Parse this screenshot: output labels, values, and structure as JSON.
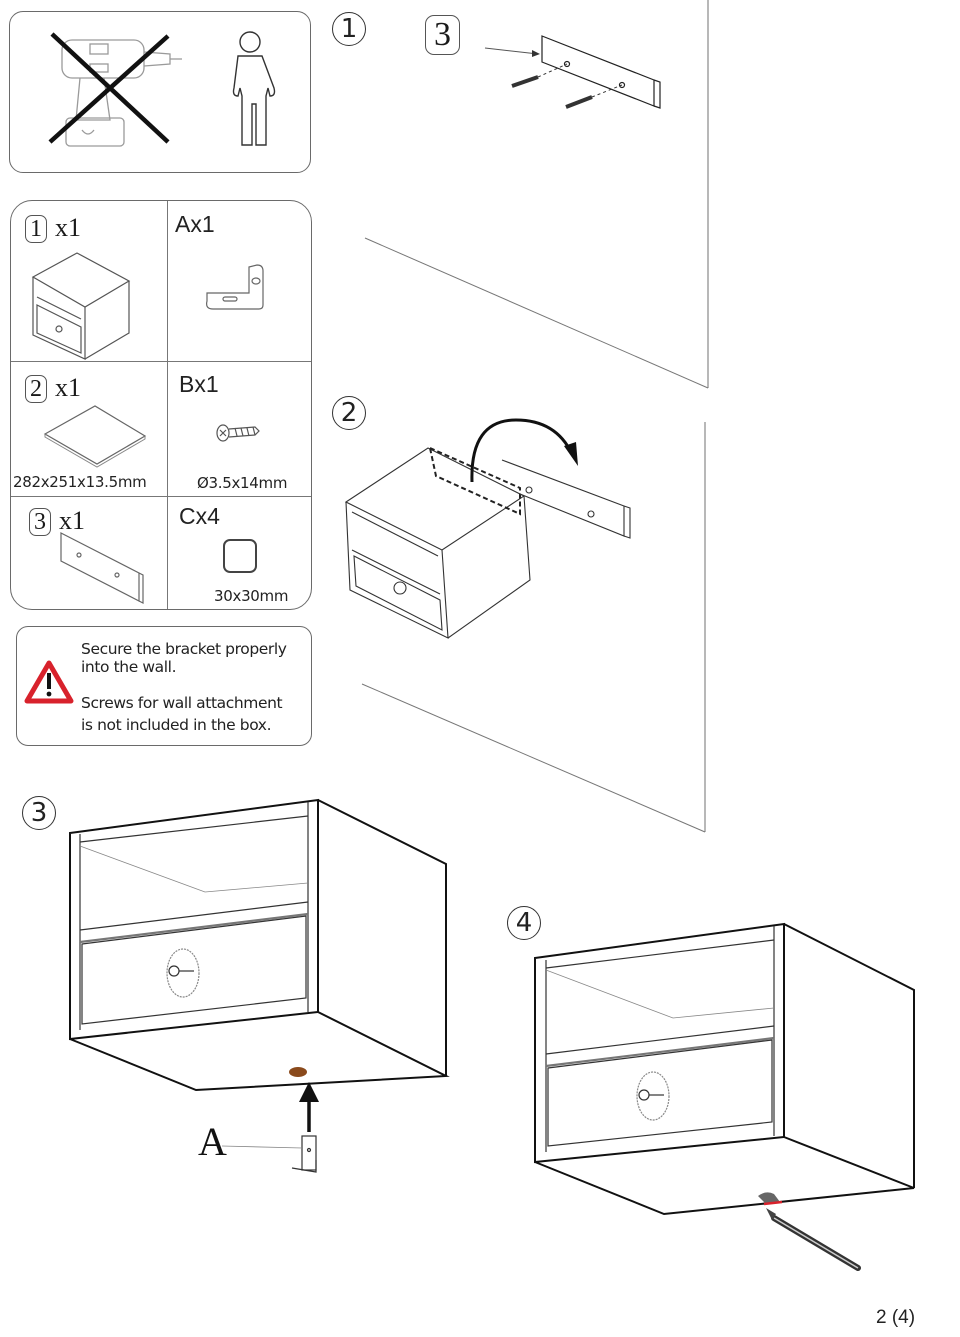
{
  "page": {
    "page_number": "2 (4)"
  },
  "safety_panel": {
    "icons": [
      "no-power-drill-icon",
      "one-person-icon"
    ]
  },
  "parts_list": {
    "panels": [
      {
        "tag": "1",
        "qty": "x1",
        "dimensions": ""
      },
      {
        "tag": "2",
        "qty": "x1",
        "dimensions": "282x251x13.5mm"
      },
      {
        "tag": "3",
        "qty": "x1",
        "dimensions": ""
      }
    ],
    "hardware": [
      {
        "label": "Ax1",
        "dimensions": ""
      },
      {
        "label": "Bx1",
        "dimensions": "Ø3.5x14mm"
      },
      {
        "label": "Cx4",
        "dimensions": "30x30mm"
      }
    ]
  },
  "warning": {
    "line1": "Secure the bracket properly",
    "line2": "into the wall.",
    "line3": "Screws for wall attachment",
    "line4": "is not included in the box.",
    "icon_color": "#d8222c"
  },
  "steps": [
    {
      "number": "1",
      "part_callout": "3"
    },
    {
      "number": "2"
    },
    {
      "number": "3",
      "part_callout": "A"
    },
    {
      "number": "4"
    }
  ],
  "colors": {
    "line": "#1a1a1a",
    "accent_red": "#d8222c",
    "wood_brown": "#8a4a1c"
  }
}
